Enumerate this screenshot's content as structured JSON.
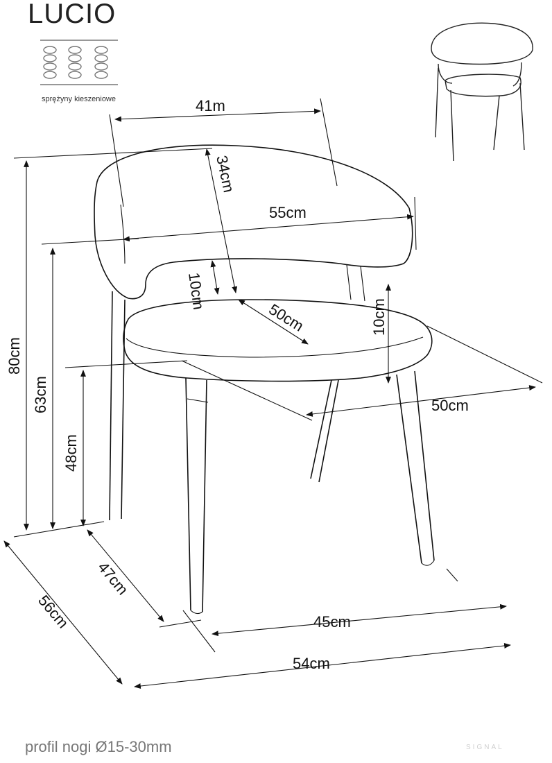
{
  "product": {
    "name": "LUCIO",
    "spring_caption": "sprężyny kieszeniowe",
    "footer_note": "profil nogi Ø15-30mm",
    "watermark": "SIGNAL"
  },
  "dimensions": {
    "backrest_inner_width": "41m",
    "backrest_height": "34cm",
    "backrest_outer_width": "55cm",
    "armrest_gap": "10cm",
    "seat_depth": "50cm",
    "seat_thickness": "10cm",
    "seat_width": "50cm",
    "total_height": "80cm",
    "armrest_height": "63cm",
    "seat_height": "48cm",
    "leg_depth": "47cm",
    "total_depth": "56cm",
    "leg_width": "45cm",
    "total_width": "54cm"
  },
  "icons": [
    "pocket-spring-icon",
    "chair-thumbnail-icon"
  ]
}
